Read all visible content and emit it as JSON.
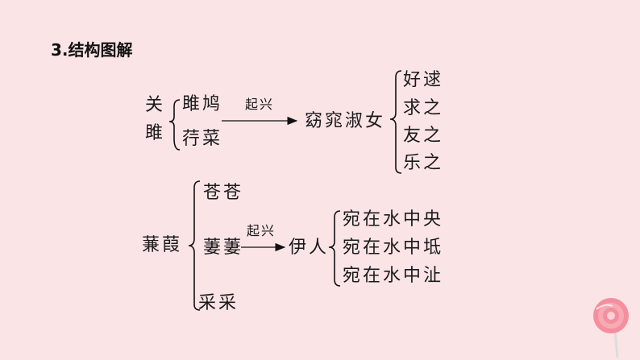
{
  "title": "3.结构图解",
  "guanju": {
    "poem": [
      "关",
      "雎"
    ],
    "images": [
      "雎鸠",
      "荇菜"
    ],
    "arrow_label": "起兴",
    "target": "窈窕淑女",
    "actions": [
      "好逑",
      "求之",
      "友之",
      "乐之"
    ]
  },
  "jianjia": {
    "poem": "蒹葭",
    "images": [
      "苍苍",
      "萋萋",
      "采采"
    ],
    "arrow_label": "起兴",
    "target": "伊人",
    "places": [
      "宛在水中央",
      "宛在水中坻",
      "宛在水中沚"
    ]
  }
}
